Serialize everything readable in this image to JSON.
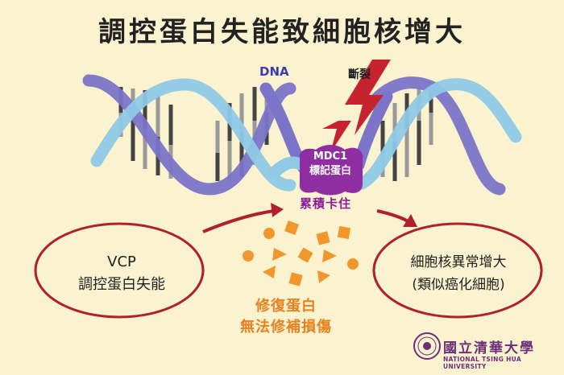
{
  "title": "調控蛋白失能致細胞核增大",
  "dna_label": "DNA",
  "break_label": "斷裂",
  "mdc1": {
    "line1": "MDC1",
    "line2": "標記蛋白"
  },
  "accumulate_label": "累積卡住",
  "vcp": {
    "line1": "VCP",
    "line2": "調控蛋白失能"
  },
  "nucleus": {
    "line1": "細胞核異常增大",
    "line2": "(類似癌化細胞)"
  },
  "repair": {
    "line1": "修復蛋白",
    "line2": "無法修補損傷"
  },
  "logo": {
    "name": "國立清華大學",
    "english": "NATIONAL TSING HUA UNIVERSITY"
  },
  "colors": {
    "background": "#fbf2cf",
    "strand_purple": "#7b74c9",
    "strand_blue": "#8ec9e6",
    "lightning": "#c6232e",
    "mdc1": "#8f2ea0",
    "orange": "#f2962b",
    "ellipse_border": "#b0202a"
  }
}
